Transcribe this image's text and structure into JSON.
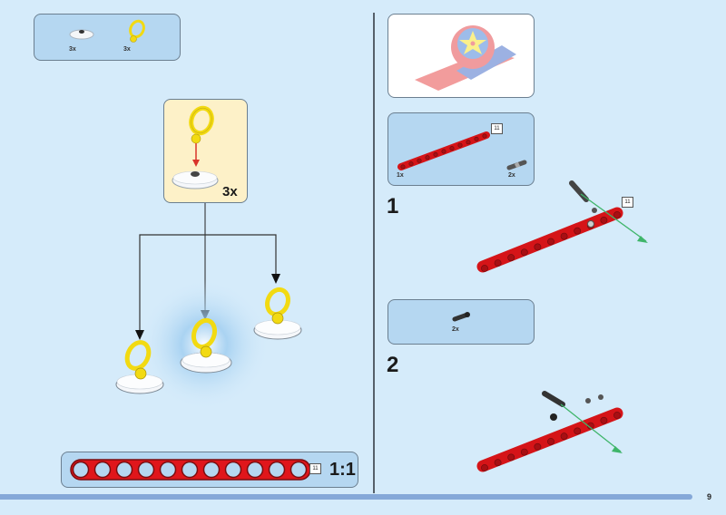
{
  "page": {
    "number": "9",
    "background_color": "#d5ebfa",
    "panel_color": "#b5d7f1"
  },
  "parts_callout": {
    "items": [
      {
        "part": "transparent-round-plate",
        "quantity": "3x"
      },
      {
        "part": "yellow-ring-hook",
        "quantity": "3x"
      }
    ]
  },
  "subassembly": {
    "multiplier": "3x",
    "arrow_color": "#d9342b"
  },
  "scale_ruler": {
    "length_tag": "11",
    "scale": "1:1",
    "holes": 11
  },
  "preview": {
    "description": "finished model preview"
  },
  "steps": [
    {
      "number": "1",
      "parts": [
        {
          "part": "red-beam-11",
          "quantity": "1x",
          "length_tag": "11"
        },
        {
          "part": "axle-pin",
          "quantity": "2x"
        }
      ],
      "length_tag": "11"
    },
    {
      "number": "2",
      "parts": [
        {
          "part": "axle-pin-black",
          "quantity": "2x"
        }
      ]
    }
  ],
  "colors": {
    "brick_red": "#e0161b",
    "ring_yellow": "#f7e21a",
    "insertion_arrow_green": "#3fb56a"
  }
}
